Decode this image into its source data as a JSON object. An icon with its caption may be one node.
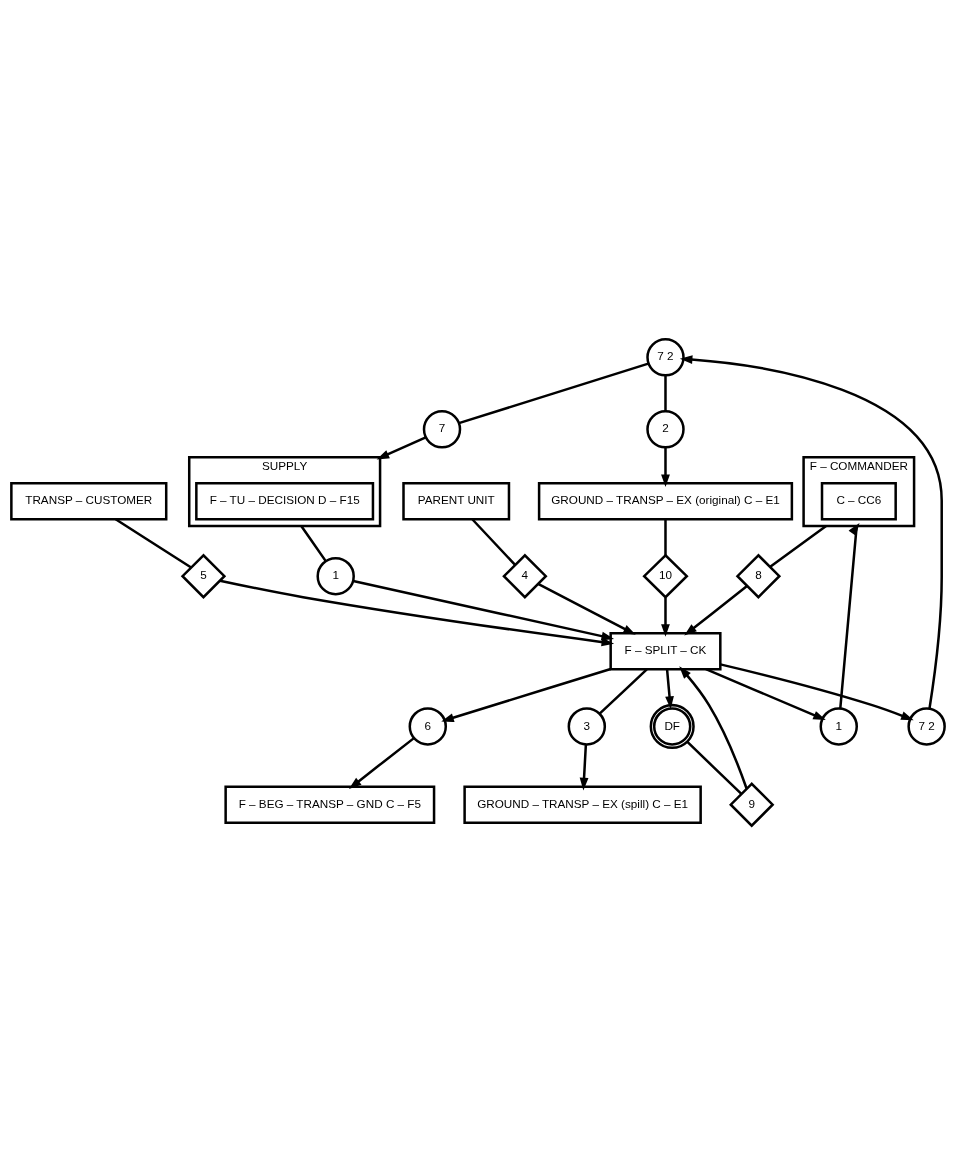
{
  "diagram": {
    "nodes": [
      {
        "text": [
          "7 2"
        ]
      },
      {
        "text": [
          "7"
        ]
      },
      {
        "text": [
          "2"
        ]
      },
      {
        "text": [
          "SUPPLY"
        ]
      },
      {
        "text": [
          "F – TU – DECISION D – F15"
        ],
        "in": 3
      },
      {
        "text": [
          "GROUND – TRANSP – EX (original) C – E1"
        ]
      },
      {
        "text": [
          "TRANSP – CUSTOMER"
        ]
      },
      {
        "text": [
          "1"
        ]
      },
      {
        "text": [
          "10"
        ]
      },
      {
        "text": [
          "5"
        ]
      },
      {
        "text": [
          "DF"
        ]
      },
      {
        "text": [
          "F – SPLIT – CK"
        ]
      },
      {
        "text": [
          "7 2"
        ]
      },
      {
        "text": [
          "9"
        ]
      },
      {
        "text": [
          "6"
        ]
      },
      {
        "text": [
          "1"
        ]
      },
      {
        "text": [
          "F – COMMANDER"
        ]
      },
      {
        "text": [
          "C – CC6"
        ],
        "in": 16
      },
      {
        "text": [
          "8"
        ]
      },
      {
        "text": [
          "4"
        ]
      },
      {
        "text": [
          "3"
        ]
      },
      {
        "text": [
          "F – BEG – TRANSP – GND C – F5"
        ]
      },
      {
        "text": [
          "PARENT UNIT"
        ]
      },
      {
        "text": [
          "GROUND – TRANSP – EX (spill) C – E1"
        ]
      }
    ],
    "edges": [
      {
        "from": 0,
        "to": 1,
        "arrow": "none"
      },
      {
        "from": 0,
        "to": 2,
        "arrow": "none"
      },
      {
        "from": 1,
        "to": 3,
        "arrow": "to"
      },
      {
        "from": 2,
        "to": 5,
        "arrow": "to"
      },
      {
        "from": 3,
        "to": 7,
        "arrow": "none"
      },
      {
        "from": 7,
        "to": 11,
        "arrow": "to"
      },
      {
        "from": 5,
        "to": 8,
        "arrow": "none"
      },
      {
        "from": 8,
        "to": 11,
        "arrow": "to"
      },
      {
        "from": 6,
        "to": 9,
        "arrow": "none"
      },
      {
        "from": 9,
        "to": 11,
        "arrow": "to"
      },
      {
        "from": 11,
        "to": 10,
        "arrow": "to"
      },
      {
        "from": 10,
        "to": 13,
        "arrow": "none"
      },
      {
        "from": 13,
        "to": 11,
        "arrow": "to"
      },
      {
        "from": 11,
        "to": 12,
        "arrow": "to"
      },
      {
        "from": 12,
        "to": 0,
        "arrow": "to"
      },
      {
        "from": 11,
        "to": 14,
        "arrow": "to"
      },
      {
        "from": 14,
        "to": 21,
        "arrow": "to"
      },
      {
        "from": 11,
        "to": 15,
        "arrow": "to"
      },
      {
        "from": 15,
        "to": 16,
        "arrow": "to"
      },
      {
        "from": 16,
        "to": 18,
        "arrow": "none"
      },
      {
        "from": 18,
        "to": 11,
        "arrow": "to"
      },
      {
        "from": 22,
        "to": 19,
        "arrow": "none"
      },
      {
        "from": 19,
        "to": 11,
        "arrow": "to"
      },
      {
        "from": 11,
        "to": 20,
        "arrow": "none"
      },
      {
        "from": 20,
        "to": 23,
        "arrow": "to"
      }
    ]
  }
}
